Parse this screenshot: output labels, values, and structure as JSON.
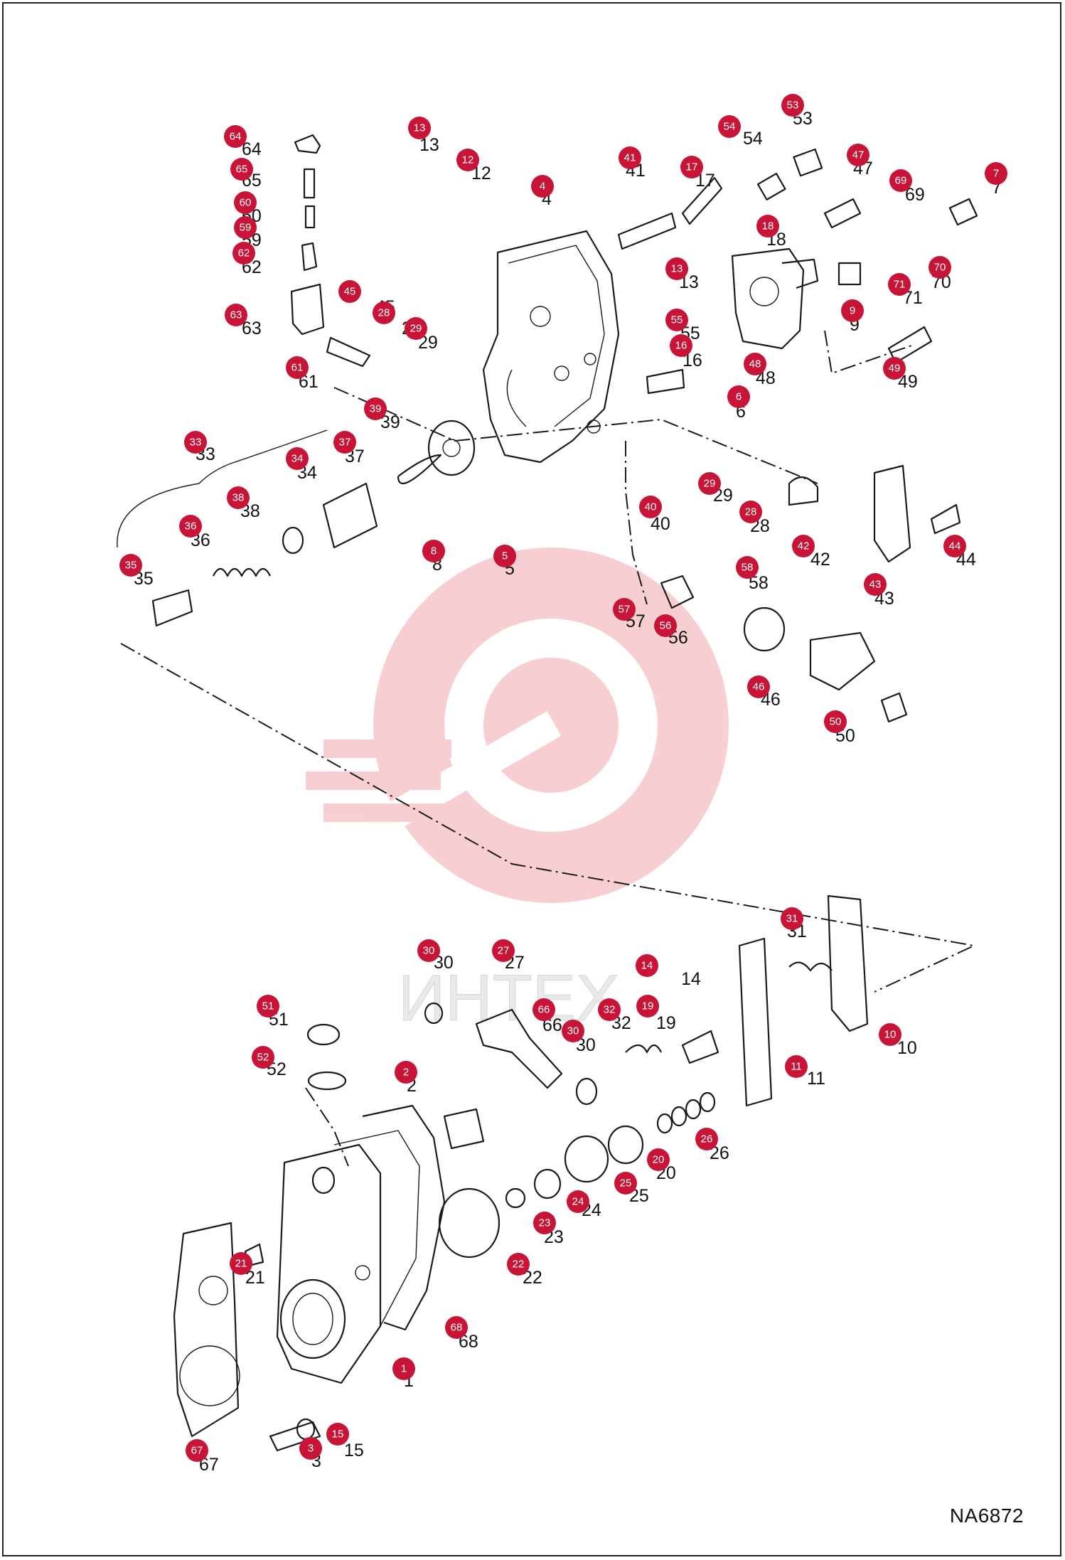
{
  "drawing_code": "NA6872",
  "watermark_text": "ИНТЕХ",
  "callout_color": "#c81537",
  "watermark_color": "#f2a8ae",
  "callouts": [
    "1",
    "2",
    "3",
    "4",
    "5",
    "6",
    "7",
    "8",
    "9",
    "10",
    "11",
    "12",
    "13",
    "13",
    "14",
    "15",
    "16",
    "17",
    "18",
    "19",
    "20",
    "21",
    "22",
    "23",
    "24",
    "25",
    "26",
    "27",
    "28",
    "28",
    "29",
    "29",
    "30",
    "30",
    "31",
    "32",
    "33",
    "34",
    "35",
    "36",
    "37",
    "38",
    "39",
    "40",
    "41",
    "42",
    "43",
    "44",
    "45",
    "46",
    "47",
    "48",
    "49",
    "50",
    "51",
    "52",
    "53",
    "54",
    "55",
    "56",
    "57",
    "58",
    "59",
    "60",
    "61",
    "62",
    "63",
    "64",
    "65",
    "66",
    "67",
    "68",
    "69",
    "70",
    "71"
  ]
}
